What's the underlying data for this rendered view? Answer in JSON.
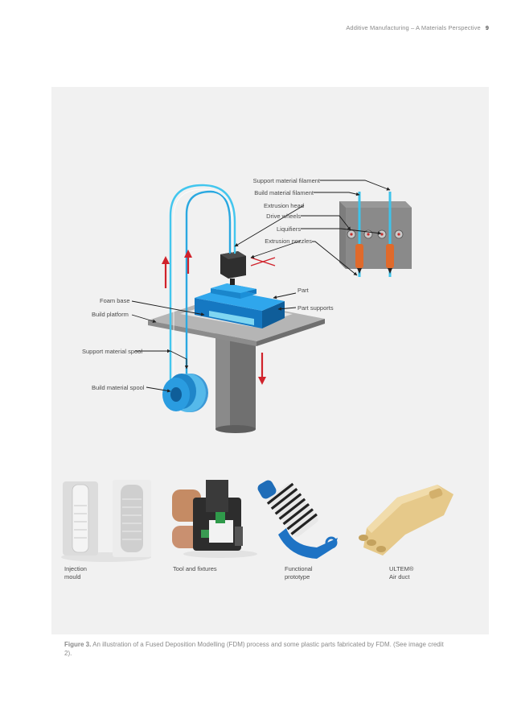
{
  "header": {
    "title": "Additive Manufacturing – A Materials Perspective",
    "page_number": "9"
  },
  "diagram": {
    "labels": {
      "support_filament": "Support material filament",
      "build_filament": "Build material filament",
      "extrusion_head": "Extrusion head",
      "drive_wheels": "Drive wheels",
      "liquifiers": "Liquifiers",
      "extrusion_nozzles": "Extrusion nozzles",
      "part": "Part",
      "part_supports": "Part supports",
      "foam_base": "Foam base",
      "build_platform": "Build platform",
      "support_spool": "Support material spool",
      "build_spool": "Build material spool"
    }
  },
  "photos": [
    {
      "caption": "Injection\nmould"
    },
    {
      "caption": "Tool and fixtures"
    },
    {
      "caption": "Functional\nprototype"
    },
    {
      "caption": "ULTEM®\nAir duct"
    }
  ],
  "caption": {
    "label": "Figure 3.",
    "text": "An illustration of a Fused Deposition Modelling (FDM) process and some plastic parts fabricated by FDM. (See image credit 2)."
  },
  "colors": {
    "filament_blue": "#3fc3ea",
    "part_blue": "#1a8fd8",
    "arrow_red": "#d0222b",
    "nozzle_orange": "#e06a2b",
    "ultem_gold": "#e6c98a",
    "panel_bg": "#f1f1f1"
  }
}
